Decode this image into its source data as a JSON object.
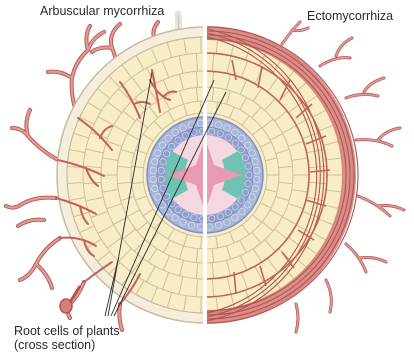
{
  "labels": {
    "arbuscular": "Arbuscular mycorrhiza",
    "ecto": "Ectomycorrhiza",
    "root_line1": "Root cells of plants",
    "root_line2": "(cross section)"
  },
  "colors": {
    "cortex": "#f8edc6",
    "cell_wall": "#c7bb9b",
    "epidermis": "#f6eedd",
    "endodermis": "#a9b6d7",
    "pericycle": "#7f8fc2",
    "xylem": "#e89ab2",
    "phloem": "#6fc3b2",
    "fungus": "#d77d7a",
    "fungus_stroke": "#b05450"
  }
}
